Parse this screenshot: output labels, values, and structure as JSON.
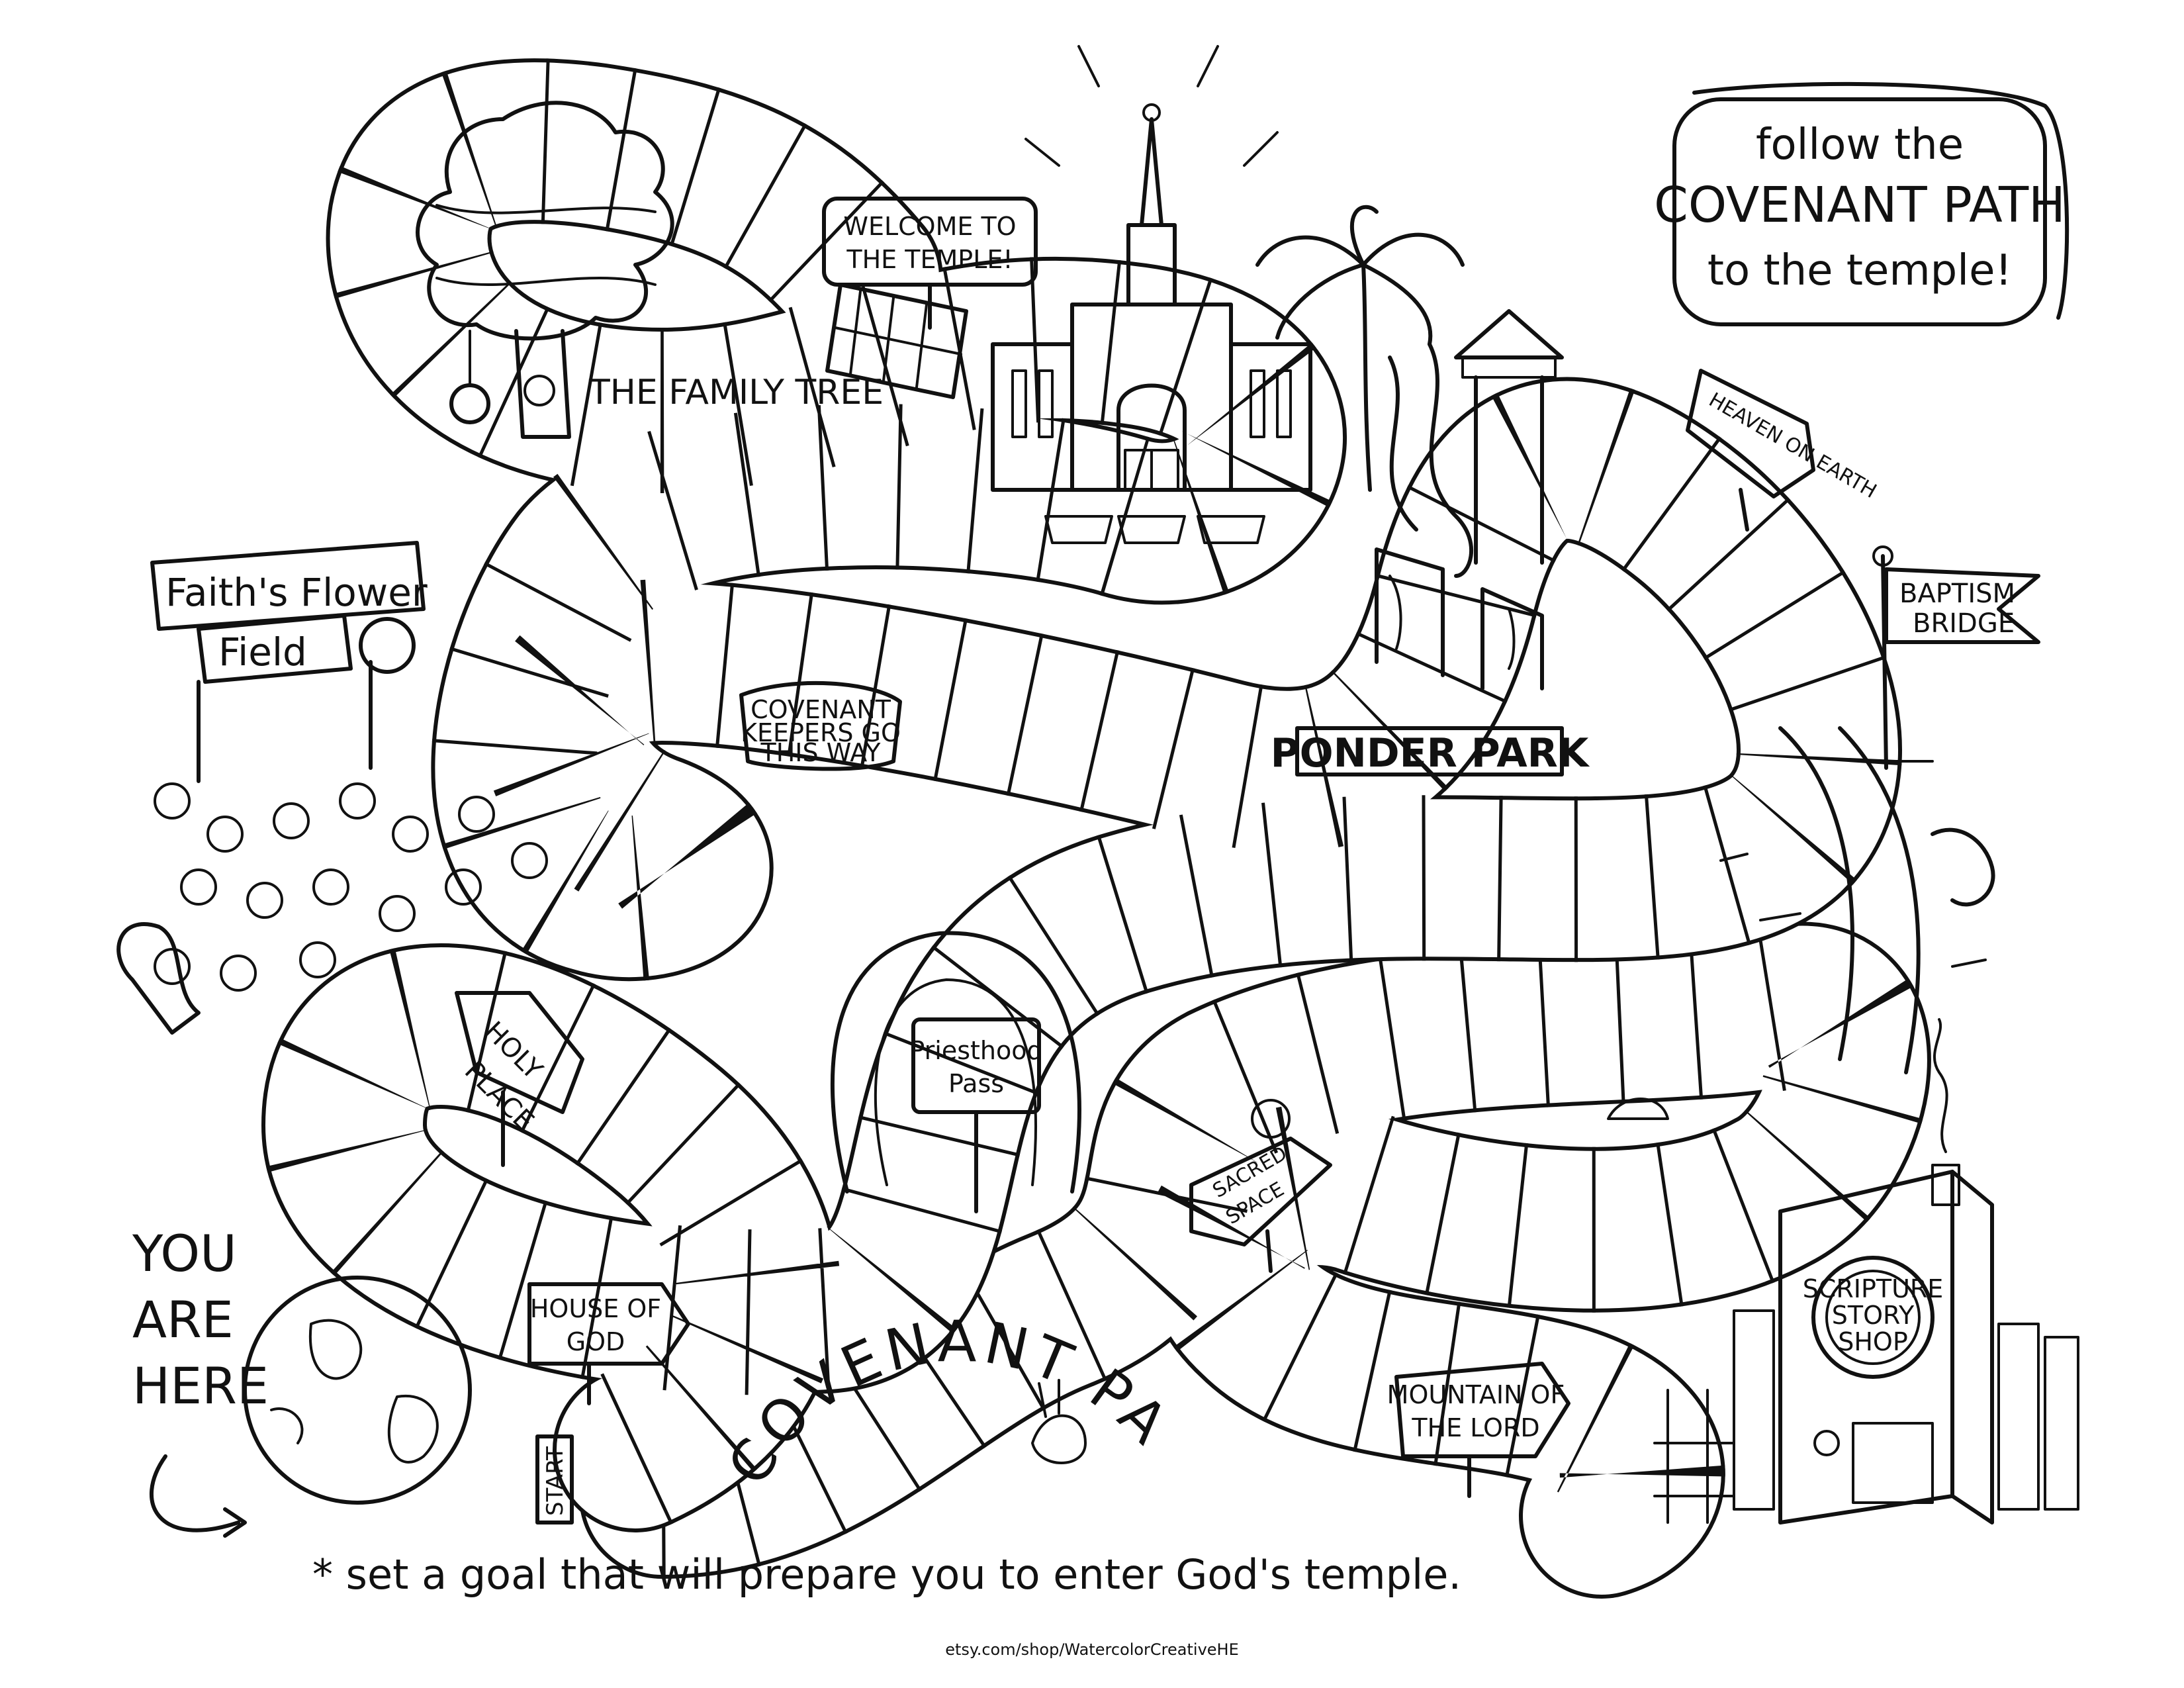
{
  "title_box": {
    "line1": "follow the",
    "line2": "COVENANT PATH",
    "line3": "to the temple!"
  },
  "locations": {
    "family_tree": "THE FAMILY TREE",
    "welcome_sign_line1": "WELCOME TO",
    "welcome_sign_line2": "THE TEMPLE!",
    "heaven_on_earth": "HEAVEN ON EARTH",
    "faiths_flower_line1": "Faith's Flower",
    "faiths_flower_line2": "Field",
    "baptism_line1": "BAPTISM",
    "baptism_line2": "BRIDGE",
    "covenant_keepers_line1": "COVENANT",
    "covenant_keepers_line2": "KEEPERS GO",
    "covenant_keepers_line3": "THIS WAY",
    "ponder_park": "PONDER PARK",
    "holy_place_line1": "HOLY",
    "holy_place_line2": "PLACE",
    "priesthood_line1": "Priesthood",
    "priesthood_line2": "Pass",
    "sacred_space_line1": "SACRED",
    "sacred_space_line2": "SPACE",
    "house_of_god_line1": "HOUSE OF",
    "house_of_god_line2": "GOD",
    "mountain_line1": "MOUNTAIN OF",
    "mountain_line2": "THE LORD",
    "scripture_line1": "SCRIPTURE",
    "scripture_line2": "STORY",
    "scripture_line3": "SHOP",
    "you_are_here_line1": "YOU",
    "you_are_here_line2": "ARE",
    "you_are_here_line3": "HERE",
    "start": "START",
    "covenant_path_label": "COVENANT PATH"
  },
  "footer": {
    "goal": "* set a goal that will prepare you to enter God's temple.",
    "credit": "etsy.com/shop/WatercolorCreativeHE"
  }
}
